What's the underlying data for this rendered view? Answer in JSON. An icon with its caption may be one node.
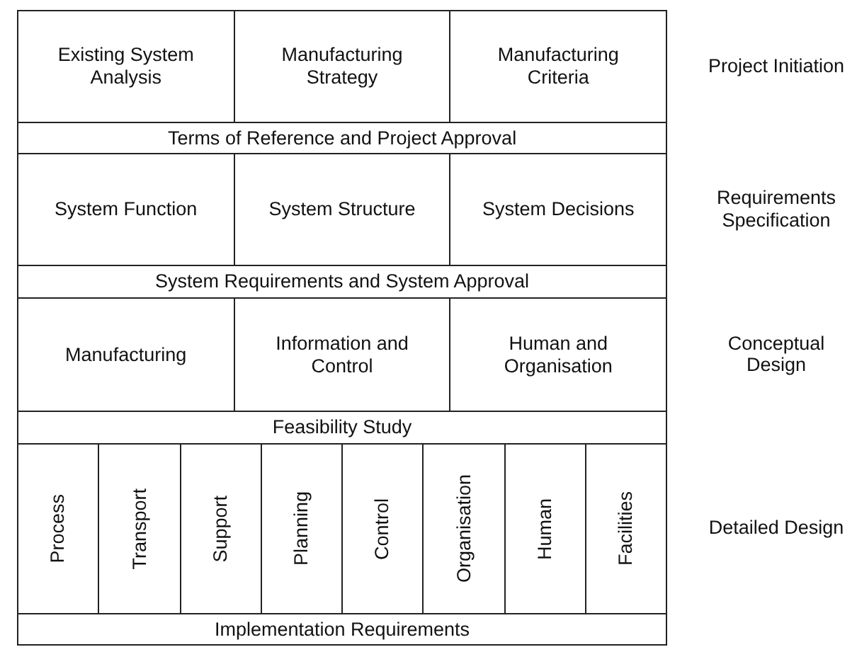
{
  "diagram": {
    "nodes": [
      {
        "text": [
          "Existing System Analysis"
        ]
      },
      {
        "text": [
          "Manufacturing Strategy"
        ]
      },
      {
        "text": [
          "Manufacturing Criteria"
        ]
      },
      {
        "text": [
          "Terms of Reference and Project Approval"
        ]
      },
      {
        "text": [
          "System Function"
        ]
      },
      {
        "text": [
          "System Structure"
        ]
      },
      {
        "text": [
          "System Decisions"
        ]
      },
      {
        "text": [
          "System Requirements and System Approval"
        ]
      },
      {
        "text": [
          "Manufacturing"
        ]
      },
      {
        "text": [
          "Information and Control"
        ]
      },
      {
        "text": [
          "Human and Organisation"
        ]
      },
      {
        "text": [
          "Feasibility Study"
        ]
      },
      {
        "text": [
          "Process"
        ]
      },
      {
        "text": [
          "Transport"
        ]
      },
      {
        "text": [
          "Support"
        ]
      },
      {
        "text": [
          "Planning"
        ]
      },
      {
        "text": [
          "Control"
        ]
      },
      {
        "text": [
          "Organisation"
        ]
      },
      {
        "text": [
          "Human"
        ]
      },
      {
        "text": [
          "Facilities"
        ]
      },
      {
        "text": [
          "Implementation Requirements"
        ]
      }
    ],
    "edges": [],
    "labels": [
      "Project Initiation",
      "Requirements Specification",
      "Conceptual Design",
      "Detailed Design"
    ]
  }
}
